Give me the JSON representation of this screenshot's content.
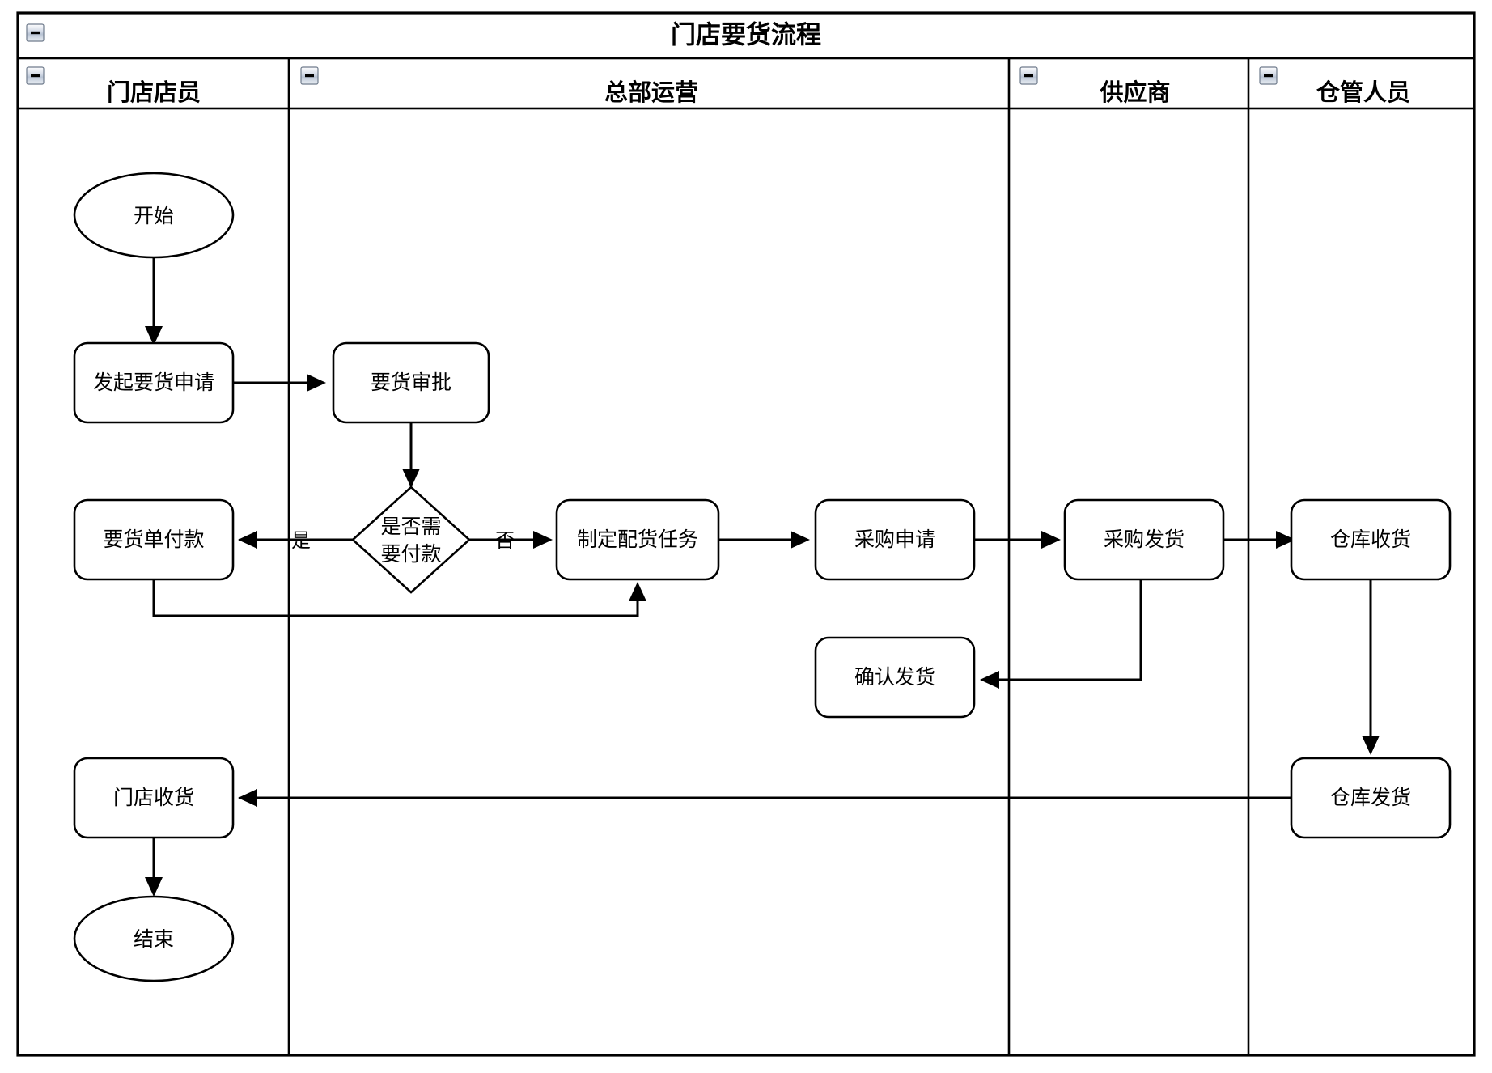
{
  "pool": {
    "title": "门店要货流程",
    "collapse_icon": "collapse-minus-icon"
  },
  "lanes": [
    {
      "id": "lane-store-clerk",
      "title": "门店店员",
      "collapse_icon": "collapse-minus-icon"
    },
    {
      "id": "lane-hq-operations",
      "title": "总部运营",
      "collapse_icon": "collapse-minus-icon"
    },
    {
      "id": "lane-supplier",
      "title": "供应商",
      "collapse_icon": "collapse-minus-icon"
    },
    {
      "id": "lane-warehouse-keeper",
      "title": "仓管人员",
      "collapse_icon": "collapse-minus-icon"
    }
  ],
  "nodes": [
    {
      "id": "start",
      "label": "开始",
      "shape": "ellipse",
      "lane": "lane-store-clerk"
    },
    {
      "id": "raise-request",
      "label": "发起要货申请",
      "shape": "process",
      "lane": "lane-store-clerk"
    },
    {
      "id": "request-approval",
      "label": "要货审批",
      "shape": "process",
      "lane": "lane-hq-operations"
    },
    {
      "id": "need-payment",
      "label": "是否需要付款",
      "shape": "decision",
      "lane": "lane-hq-operations"
    },
    {
      "id": "order-payment",
      "label": "要货单付款",
      "shape": "process",
      "lane": "lane-store-clerk"
    },
    {
      "id": "make-dispatch",
      "label": "制定配货任务",
      "shape": "process",
      "lane": "lane-hq-operations"
    },
    {
      "id": "purchase-request",
      "label": "采购申请",
      "shape": "process",
      "lane": "lane-hq-operations"
    },
    {
      "id": "confirm-shipment",
      "label": "确认发货",
      "shape": "process",
      "lane": "lane-hq-operations"
    },
    {
      "id": "purchase-ship",
      "label": "采购发货",
      "shape": "process",
      "lane": "lane-supplier"
    },
    {
      "id": "warehouse-receive",
      "label": "仓库收货",
      "shape": "process",
      "lane": "lane-warehouse-keeper"
    },
    {
      "id": "warehouse-ship",
      "label": "仓库发货",
      "shape": "process",
      "lane": "lane-warehouse-keeper"
    },
    {
      "id": "store-receive",
      "label": "门店收货",
      "shape": "process",
      "lane": "lane-store-clerk"
    },
    {
      "id": "end",
      "label": "结束",
      "shape": "ellipse",
      "lane": "lane-store-clerk"
    }
  ],
  "edges": [
    {
      "id": "e-start-raise",
      "from": "start",
      "to": "raise-request",
      "label": ""
    },
    {
      "id": "e-raise-approval",
      "from": "raise-request",
      "to": "request-approval",
      "label": ""
    },
    {
      "id": "e-approval-decision",
      "from": "request-approval",
      "to": "need-payment",
      "label": ""
    },
    {
      "id": "e-decision-payment",
      "from": "need-payment",
      "to": "order-payment",
      "label": "是"
    },
    {
      "id": "e-decision-dispatch",
      "from": "need-payment",
      "to": "make-dispatch",
      "label": "否"
    },
    {
      "id": "e-payment-dispatch",
      "from": "order-payment",
      "to": "make-dispatch",
      "label": ""
    },
    {
      "id": "e-dispatch-purchase",
      "from": "make-dispatch",
      "to": "purchase-request",
      "label": ""
    },
    {
      "id": "e-purchase-supplier",
      "from": "purchase-request",
      "to": "purchase-ship",
      "label": ""
    },
    {
      "id": "e-supplier-warehouse",
      "from": "purchase-ship",
      "to": "warehouse-receive",
      "label": ""
    },
    {
      "id": "e-supplier-confirm",
      "from": "purchase-ship",
      "to": "confirm-shipment",
      "label": ""
    },
    {
      "id": "e-wh-receive-wh-ship",
      "from": "warehouse-receive",
      "to": "warehouse-ship",
      "label": ""
    },
    {
      "id": "e-wh-ship-store",
      "from": "warehouse-ship",
      "to": "store-receive",
      "label": ""
    },
    {
      "id": "e-store-end",
      "from": "store-receive",
      "to": "end",
      "label": ""
    }
  ],
  "colors": {
    "shape_stroke": "#000000",
    "shape_fill": "#ffffff",
    "lane_border": "#000000",
    "canvas": "#ffffff",
    "collapse_icon_border": "#6f7b8c"
  }
}
